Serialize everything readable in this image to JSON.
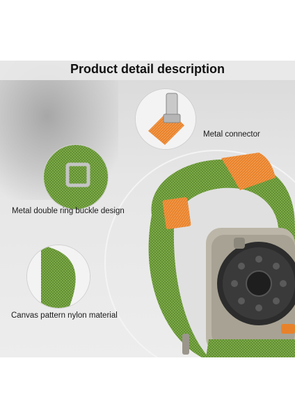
{
  "title": "Product detail description",
  "callouts": [
    {
      "label": "Metal connector",
      "icon": "metal-connector-closeup-icon"
    },
    {
      "label": "Metal double ring buckle design",
      "icon": "buckle-closeup-icon"
    },
    {
      "label": "Canvas pattern nylon material",
      "icon": "nylon-material-closeup-icon"
    }
  ],
  "colors": {
    "band_green": "#6c9a3a",
    "band_green_dark": "#4f7a27",
    "loop_orange": "#e8822a",
    "case_titanium": "#bcb6a8"
  }
}
